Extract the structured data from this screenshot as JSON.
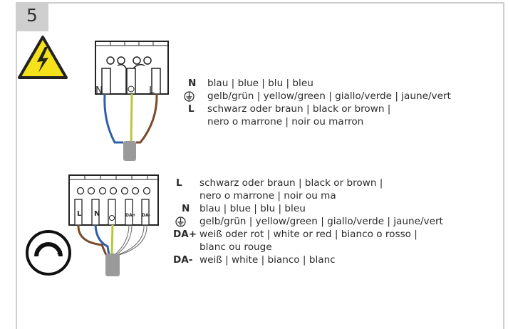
{
  "step": {
    "number": "5"
  },
  "terminal1": {
    "labels": [
      "N",
      "L"
    ]
  },
  "terminal2": {
    "labels": [
      "L",
      "N",
      "DA+",
      "DA-"
    ]
  },
  "legend1": {
    "n_code": "N",
    "n_text": "blau | blue | blu |  bleu",
    "pe_text": "gelb/grün | yellow/green | giallo/verde | jaune/vert",
    "l_code": "L",
    "l_text_1": "schwarz oder braun | black or brown |",
    "l_text_2": "nero o marrone | noir ou marron"
  },
  "legend2": {
    "l_code": "L",
    "l_text_1": "schwarz oder braun | black or brown |",
    "l_text_2": "nero o marrone | noir ou ma",
    "n_code": "N",
    "n_text": "blau | blue | blu |  bleu",
    "pe_text": "gelb/grün | yellow/green | giallo/verde | jaune/vert",
    "dap_code": "DA+",
    "dap_text_1": "weiß oder rot | white or  red | bianco o rosso |",
    "dap_text_2": "blanc ou rouge",
    "dam_code": "DA-",
    "dam_text": "weiß | white | bianco | blanc"
  },
  "colors": {
    "frame": "#cfcfcf",
    "warning_yellow": "#f5e21a",
    "wire_brown": "#7a4a2a",
    "wire_blue": "#2f5fa7",
    "wire_green_yellow": "#b8c83a",
    "cable_grey": "#9a9a9a"
  },
  "icons": [
    "warning-electric-icon",
    "dimmer-icon",
    "ground-icon"
  ]
}
